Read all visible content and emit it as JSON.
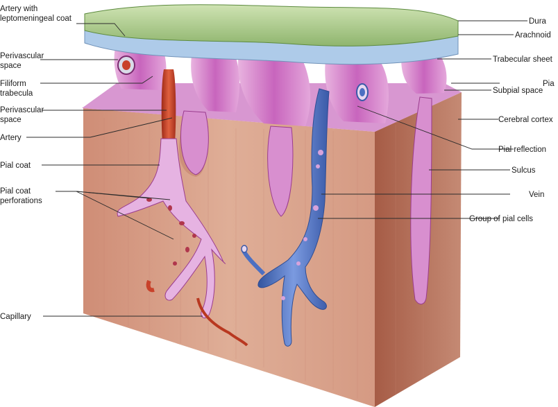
{
  "figure": {
    "labels": {
      "artery_leptomeningeal_1": "Artery with",
      "artery_leptomeningeal_2": "leptomeningeal coat",
      "perivascular_space_a1": "Perivascular",
      "perivascular_space_a2": "space",
      "filiform_trabecula_1": "Filiform",
      "filiform_trabecula_2": "trabecula",
      "perivascular_space_b1": "Perivascular",
      "perivascular_space_b2": "space",
      "artery": "Artery",
      "pial_coat": "Pial coat",
      "pial_coat_perforations_1": "Pial coat",
      "pial_coat_perforations_2": "perforations",
      "capillary": "Capillary",
      "dura": "Dura",
      "arachnoid": "Arachnoid",
      "trabecular_sheet": "Trabecular sheet",
      "pia": "Pia",
      "subpial_space": "Subpial space",
      "cerebral_cortex": "Cerebral cortex",
      "pial_reflection": "Pial reflection",
      "sulcus": "Sulcus",
      "vein": "Vein",
      "group_of_pial_cells": "Group of pial cells"
    },
    "colors": {
      "dura": "#a9c98a",
      "arachnoid": "#a9c9e6",
      "pia_tissue": "#cf7cc6",
      "cortex_front": "#d9a48c",
      "cortex_side": "#b9715a",
      "artery": "#c8412a",
      "vein": "#4c6fc2",
      "pial_cells": "#d7a3dc"
    }
  }
}
